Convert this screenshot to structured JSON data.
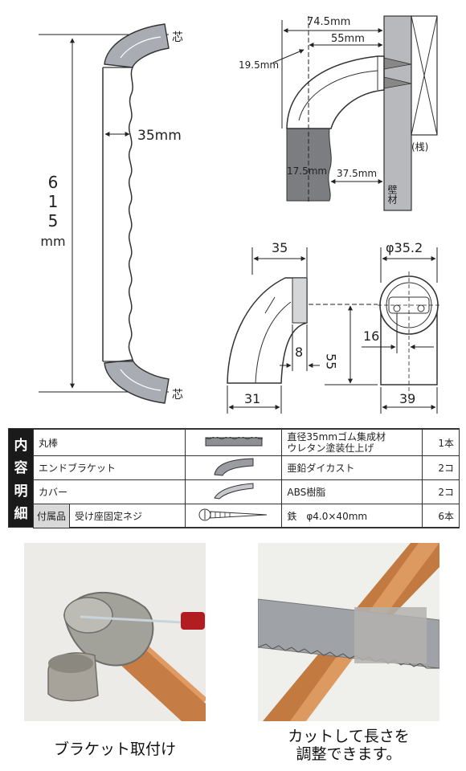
{
  "diagram": {
    "center_mark": "芯",
    "width_35": "35mm",
    "length_vertical": "615mm",
    "side": {
      "dim_total": "74.5mm",
      "dim_55": "55mm",
      "dim_195": "19.5mm",
      "dim_175": "17.5mm",
      "dim_375": "37.5mm",
      "beam_label": "(桟)",
      "wall_label": "壁材"
    },
    "bracket": {
      "dim_top": "35",
      "dim_8": "8",
      "dim_31": "31",
      "dim_55": "55",
      "dim_16": "16",
      "dim_39": "39",
      "dim_phi": "φ35.2"
    }
  },
  "spec": {
    "heading": [
      "内",
      "容",
      "明",
      "細"
    ],
    "rows": [
      {
        "name": "丸棒",
        "material": "直径35mmゴム集成材\nウレタン塗装仕上げ",
        "qty": "1本"
      },
      {
        "name": "エンドブラケット",
        "material": "亜鉛ダイカスト",
        "qty": "2コ"
      },
      {
        "name": "カバー",
        "material": "ABS樹脂",
        "qty": "2コ"
      }
    ],
    "accessory": {
      "label": "付属品",
      "name": "受け座固定ネジ",
      "material": "鉄　φ4.0×40mm",
      "qty": "6本"
    }
  },
  "captions": {
    "left": "ブラケット取付け",
    "right_line1": "カットして長さを",
    "right_line2": "調整できます。"
  }
}
